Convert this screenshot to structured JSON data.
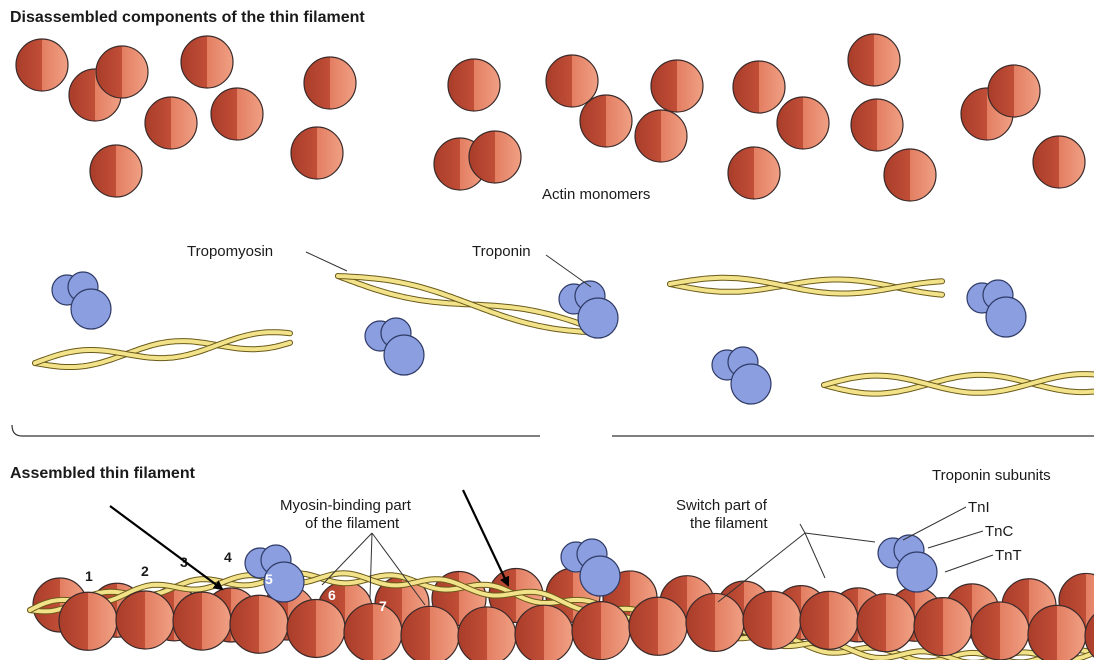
{
  "headings": {
    "disassembled": "Disassembled components of the thin filament",
    "assembled": "Assembled thin filament"
  },
  "labels": {
    "actin_monomers": "Actin monomers",
    "tropomyosin": "Tropomyosin",
    "troponin": "Troponin",
    "myosin_binding_line1": "Myosin-binding part",
    "myosin_binding_line2": "of the filament",
    "switch_line1": "Switch part of",
    "switch_line2": "the filament",
    "troponin_subunits": "Troponin subunits",
    "tni": "TnI",
    "tnc": "TnC",
    "tnt": "TnT"
  },
  "monomer_numbers": [
    "1",
    "2",
    "3",
    "4",
    "5",
    "6",
    "7"
  ],
  "colors": {
    "actin_dark": "#b5442f",
    "actin_light": "#e98a6c",
    "troponin": "#8a9ee0",
    "tropomyosin": "#f2e38a",
    "outline": "#3a2a2a"
  }
}
